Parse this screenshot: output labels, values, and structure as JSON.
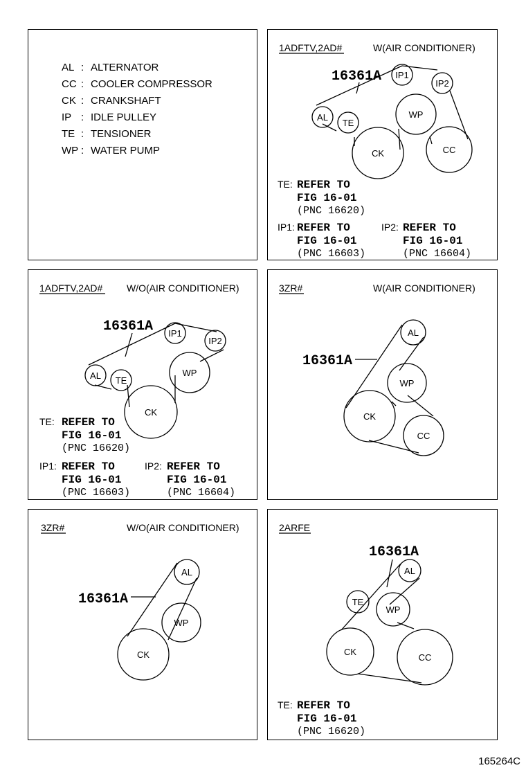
{
  "legend": [
    {
      "code": "AL",
      "sep": ":",
      "name": "ALTERNATOR"
    },
    {
      "code": "CC",
      "sep": ":",
      "name": "COOLER COMPRESSOR"
    },
    {
      "code": "CK",
      "sep": ":",
      "name": "CRANKSHAFT"
    },
    {
      "code": "IP",
      "sep": ":",
      "name": "IDLE PULLEY"
    },
    {
      "code": "TE",
      "sep": ":",
      "name": "TENSIONER"
    },
    {
      "code": "WP",
      "sep": ":",
      "name": "WATER PUMP"
    }
  ],
  "part_number": "16361A",
  "refs": {
    "te_prefix": "TE:",
    "ip1_prefix": "IP1:",
    "ip2_prefix": "IP2:",
    "refer": "REFER TO",
    "fig": "FIG 16-01",
    "pnc_te": "(PNC 16620)",
    "pnc_ip1": "(PNC 16603)",
    "pnc_ip2": "(PNC 16604)"
  },
  "panels": {
    "p1": {
      "engine": "1ADFTV,2AD#",
      "condition": "W(AIR CONDITIONER)"
    },
    "p2": {
      "engine": "1ADFTV,2AD#",
      "condition": "W/O(AIR CONDITIONER)"
    },
    "p3": {
      "engine": "3ZR#",
      "condition": "W(AIR CONDITIONER)"
    },
    "p4": {
      "engine": "3ZR#",
      "condition": "W/O(AIR CONDITIONER)"
    },
    "p5": {
      "engine": "2ARFE",
      "condition": ""
    }
  },
  "pulleys": {
    "al": "AL",
    "te": "TE",
    "ip1": "IP1",
    "ip2": "IP2",
    "wp": "WP",
    "ck": "CK",
    "cc": "CC"
  },
  "footer_code": "165264C"
}
